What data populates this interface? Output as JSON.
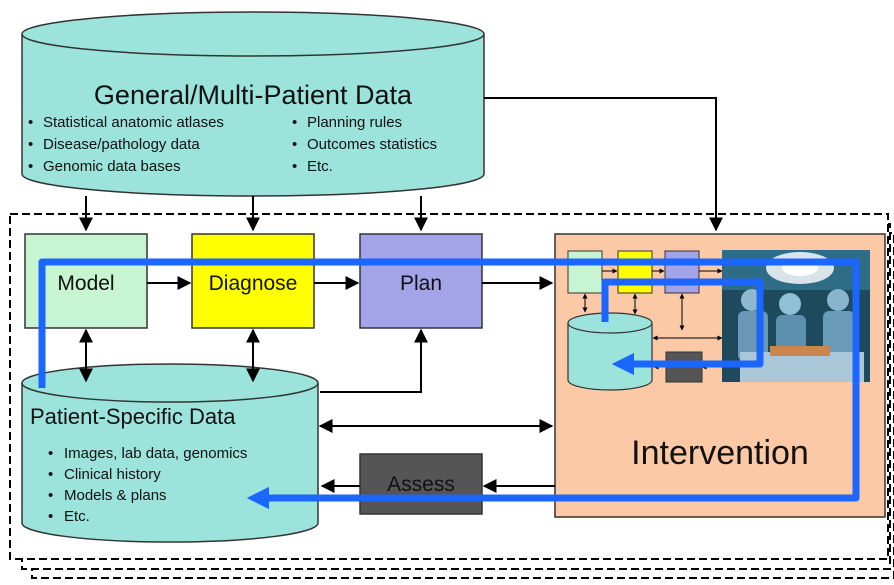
{
  "general_data": {
    "title": "General/Multi-Patient Data",
    "bullets_left": [
      "Statistical anatomic atlases",
      "Disease/pathology data",
      "Genomic data bases"
    ],
    "bullets_right": [
      "Planning rules",
      "Outcomes statistics",
      "Etc."
    ]
  },
  "steps": {
    "model": "Model",
    "diagnose": "Diagnose",
    "plan": "Plan",
    "assess": "Assess",
    "intervention": "Intervention"
  },
  "patient_data": {
    "title": "Patient-Specific Data",
    "bullets": [
      "Images, lab data, genomics",
      "Clinical history",
      "Models & plans",
      "Etc."
    ]
  },
  "colors": {
    "cylinder_fill": "#9ce3dc",
    "model_fill": "#c8f5d1",
    "diagnose_fill": "#ffff00",
    "plan_fill": "#a3a3e8",
    "assess_fill": "#555555",
    "intervention_fill": "#fbc9a6",
    "feedback_arrow": "#1a66ff"
  }
}
